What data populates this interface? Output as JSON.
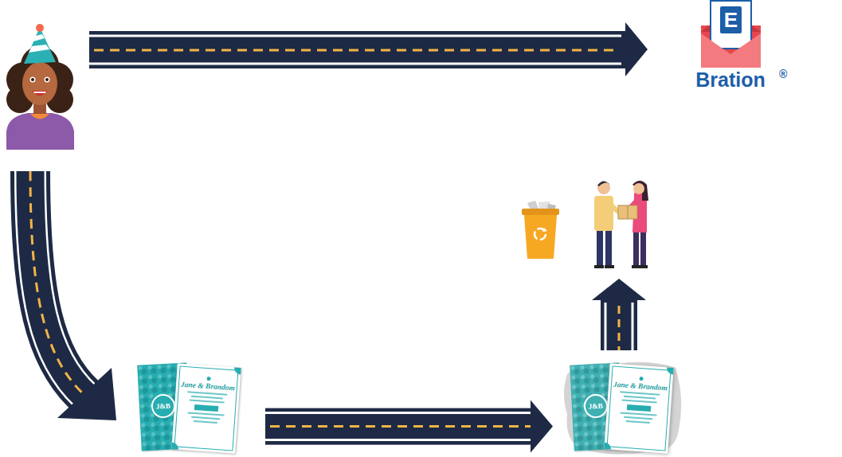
{
  "diagram": {
    "nodes": [
      {
        "text": [
          "E",
          "Bration",
          "®"
        ]
      },
      {
        "text": [
          "J&B",
          "Jane & Brandom"
        ]
      },
      {
        "text": [
          "J&B",
          "Jane & Brandom"
        ]
      }
    ],
    "edges": [
      {
        "from": 1,
        "to": 2,
        "arrow": "to"
      }
    ]
  }
}
